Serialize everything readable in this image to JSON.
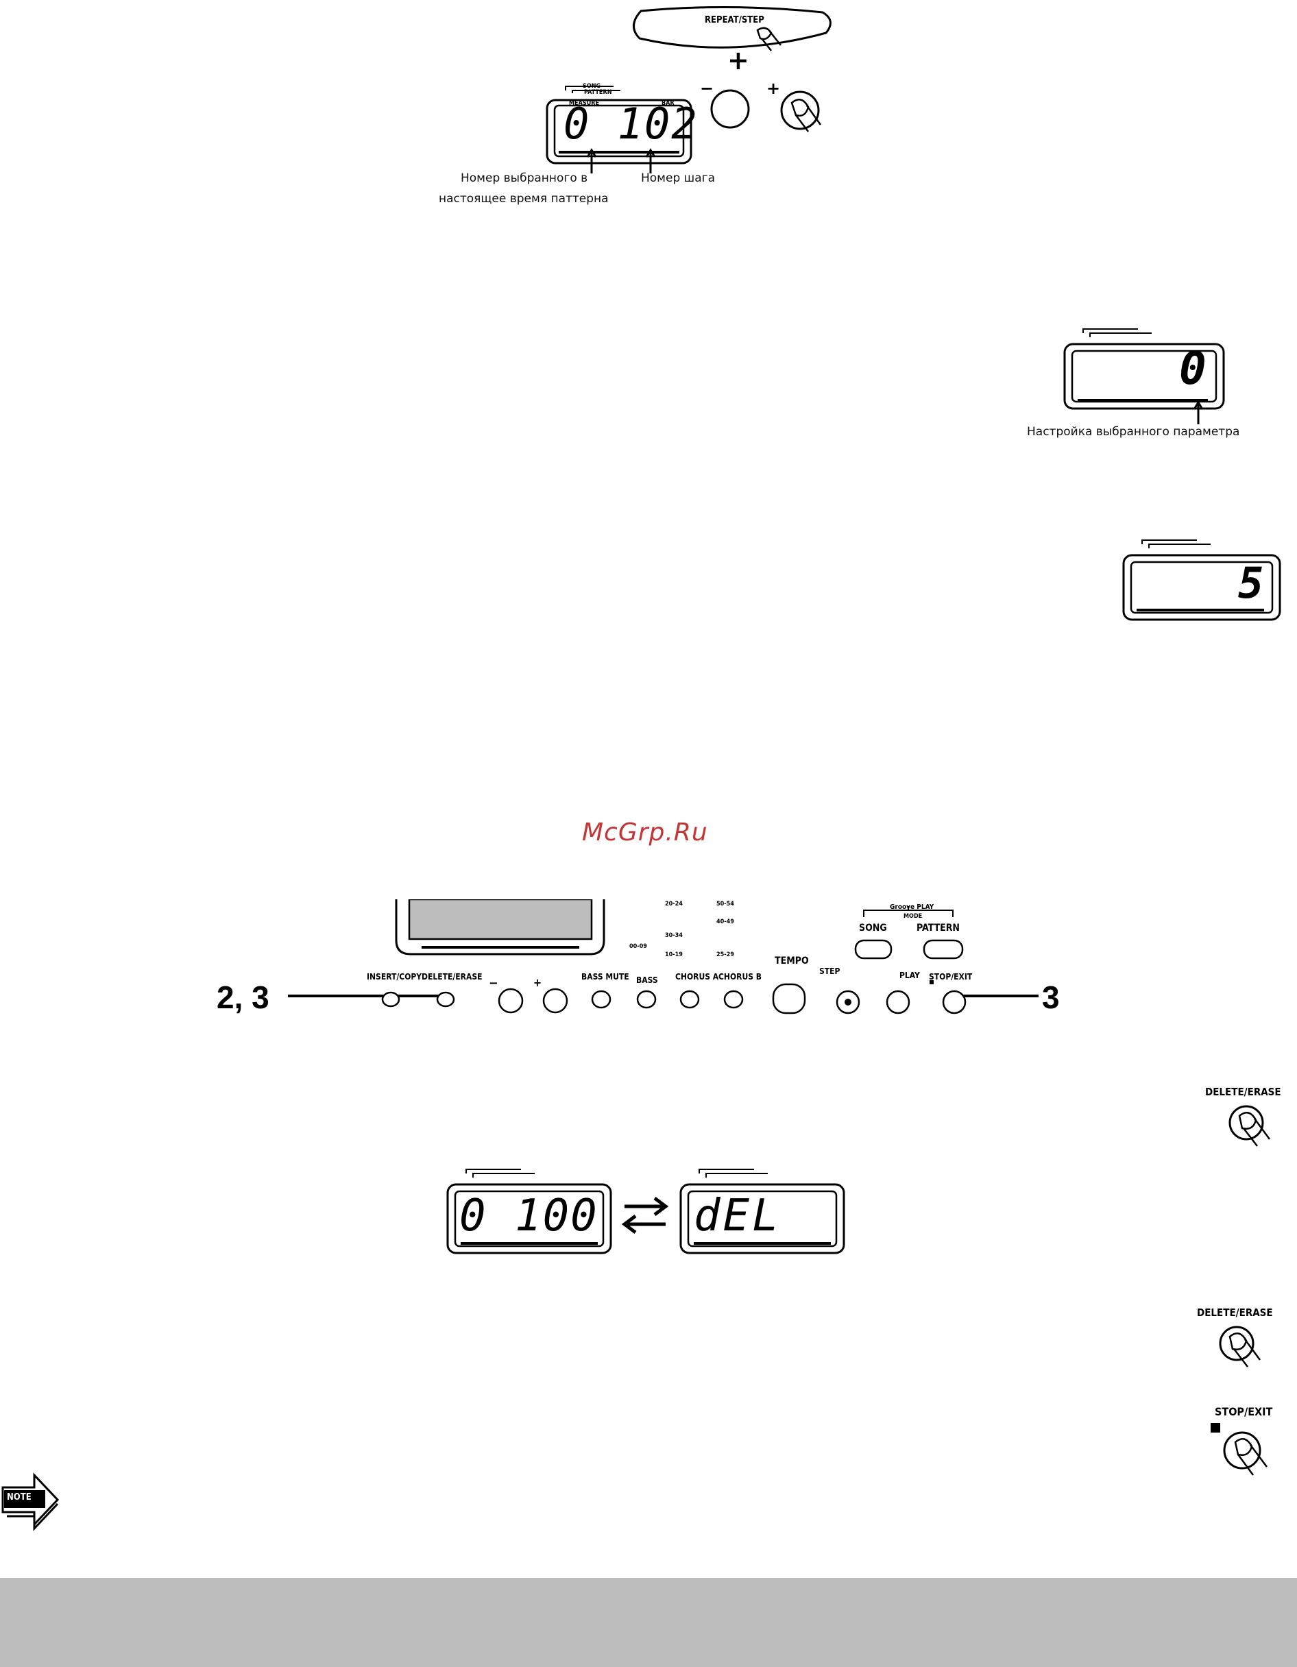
{
  "top_figure": {
    "repeat_step_label": "REPEAT/STEP",
    "plus_sign": "+",
    "minus_button": "−",
    "plus_button": "+",
    "lcd_song": "SONG",
    "lcd_pattern": "PATTERN",
    "lcd_measure": "MEASURE",
    "lcd_bar": "BAR",
    "lcd_value": "0 102",
    "caption_pattern_line1": "Номер выбранного в",
    "caption_pattern_line2": "настоящее время паттерна",
    "caption_step": "Номер шага"
  },
  "lcd_param": {
    "lcd_value": "0",
    "caption": "Настройка выбранного параметра"
  },
  "lcd_small": {
    "lcd_value": "5"
  },
  "watermark": "McGrp.Ru",
  "panel": {
    "callout_left": "2, 3",
    "callout_right": "3",
    "insert_copy": "INSERT/COPY",
    "delete_erase": "DELETE/ERASE",
    "bass_mute": "BASS MUTE",
    "bass": "BASS",
    "chorus_a": "CHORUS A",
    "chorus_b": "CHORUS B",
    "tempo": "TEMPO",
    "song": "SONG",
    "pattern": "PATTERN",
    "groove_play": "Groove PLAY",
    "mode": "MODE",
    "stop_exit": "STOP/EXIT",
    "play": "PLAY",
    "step": "STEP",
    "minus": "−",
    "plus": "+",
    "range_00_09": "00-09",
    "range_10_19": "10-19",
    "range_20_24": "20-24",
    "range_25_29": "25-29",
    "range_30_34": "30-34",
    "range_40_49": "40-49",
    "range_50_54": "50-54"
  },
  "delete_button_1": "DELETE/ERASE",
  "delete_display": {
    "left_value": "0 100",
    "right_value": "dEL"
  },
  "delete_button_2": "DELETE/ERASE",
  "stop_exit_button": "STOP/EXIT",
  "note_icon_label": "NOTE"
}
